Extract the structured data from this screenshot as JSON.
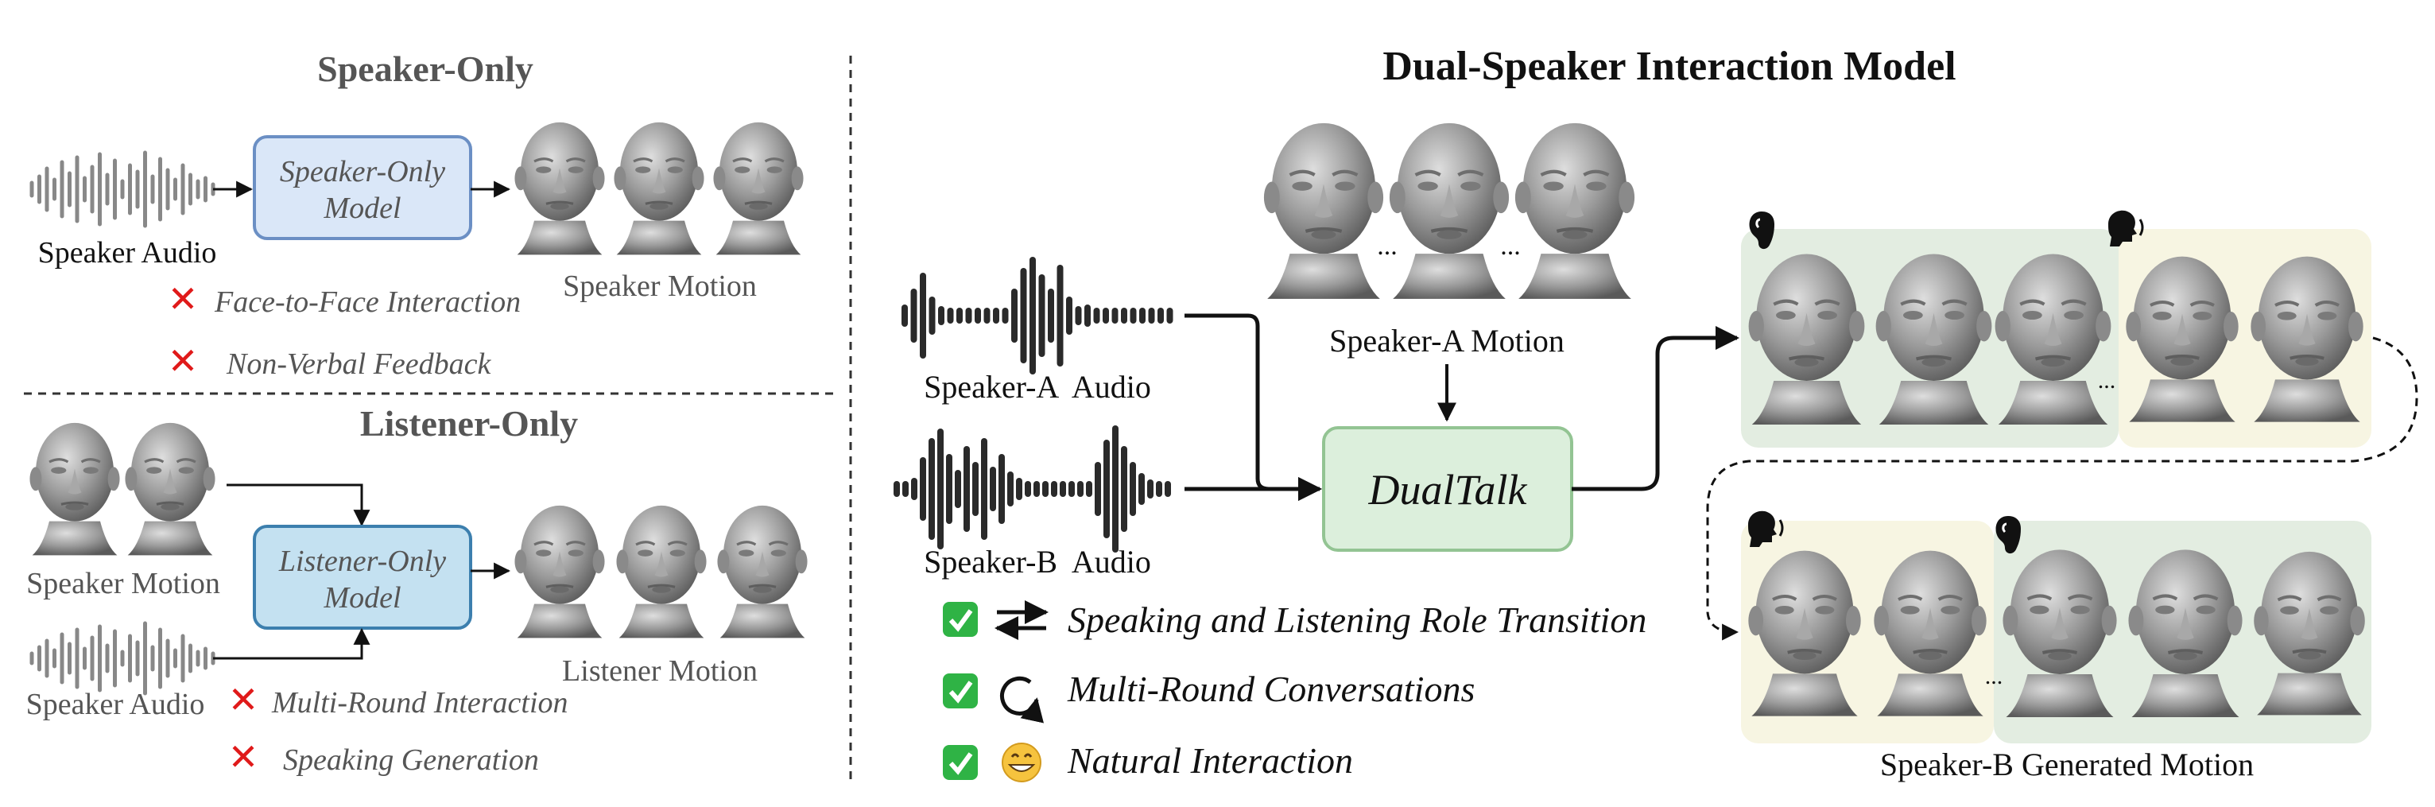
{
  "left_panel": {
    "speaker_only": {
      "title": "Speaker-Only",
      "model_line1": "Speaker-Only",
      "model_line2": "Model",
      "audio_label": "Speaker Audio",
      "motion_label": "Speaker Motion",
      "limitations": [
        "Face-to-Face Interaction",
        "Non-Verbal Feedback"
      ]
    },
    "listener_only": {
      "title": "Listener-Only",
      "model_line1": "Listener-Only",
      "model_line2": "Model",
      "motion_input_label": "Speaker Motion",
      "audio_label": "Speaker Audio",
      "output_label": "Listener Motion",
      "limitations": [
        "Multi-Round Interaction",
        "Speaking Generation"
      ]
    }
  },
  "right_panel": {
    "title": "Dual-Speaker Interaction Model",
    "speaker_a_audio": "Speaker-A  Audio",
    "speaker_b_audio": "Speaker-B  Audio",
    "speaker_a_motion": "Speaker-A Motion",
    "model_name": "DualTalk",
    "generated_label": "Speaker-B Generated Motion",
    "ellipsis": "...",
    "benefits": [
      {
        "text": "Speaking and Listening Role Transition",
        "icon": "arrows-swap-icon"
      },
      {
        "text": "Multi-Round Conversations",
        "icon": "cycle-icon"
      },
      {
        "text": "Natural Interaction",
        "icon": "smiley-icon"
      }
    ]
  },
  "colors": {
    "speaker_model_fill": "#dae7f8",
    "speaker_model_stroke": "#6b8fc4",
    "listener_model_fill": "#c4e1f1",
    "listener_model_stroke": "#3c7fae",
    "dualtalk_fill": "#dcefdc",
    "dualtalk_stroke": "#93c493",
    "green_panel": "#e3ede1",
    "yellow_panel": "#f7f5e2",
    "cross_red": "#e01a1a",
    "check_green": "#2fb345"
  }
}
